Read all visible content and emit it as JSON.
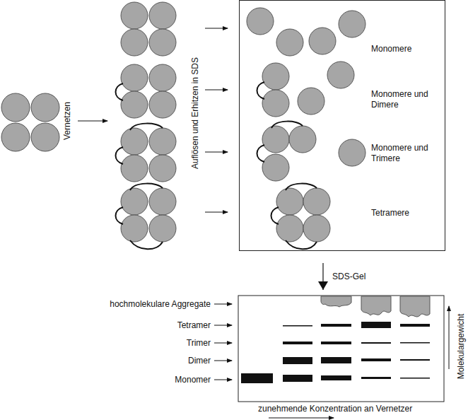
{
  "diagram": {
    "nodes": [
      {
        "text": [
          "Monomere",
          "Monomere und Dimere",
          "Monomere und Trimere",
          "Tetramere"
        ]
      }
    ],
    "labels": [
      "Vernetzen",
      "Auflösen und Erhitzen in SDS",
      "SDS-Gel",
      "hochmolekulare Aggregate",
      "Tetramer",
      "Trimer",
      "Dimer",
      "Monomer",
      "Molekulargewicht",
      "zunehmende Konzentration an Vernetzer"
    ]
  }
}
